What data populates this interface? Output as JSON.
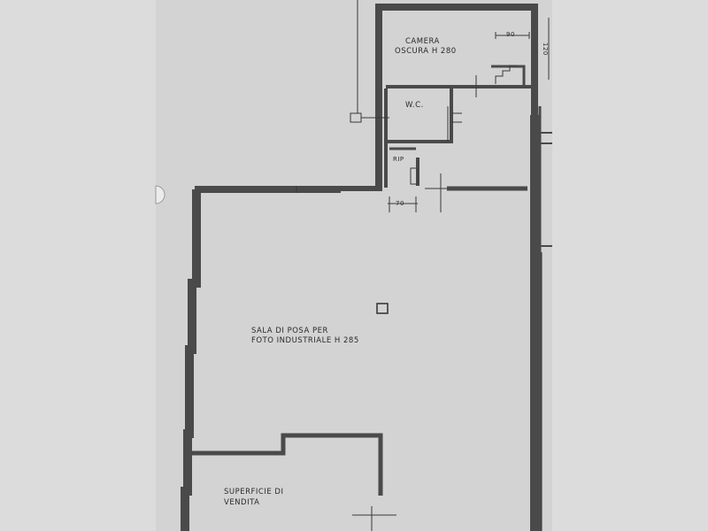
{
  "labels": {
    "camera_line1": "CAMERA",
    "camera_line2": "OSCURA H 280",
    "wc": "W.C.",
    "rip": "RIP",
    "dim_90": "90",
    "dim_70": "70",
    "dim_120": "120",
    "sala_line1": "SALA DI POSA PER",
    "sala_line2": "FOTO INDUSTRIALE   H 285",
    "sup_line1": "SUPERFICIE DI",
    "sup_line2": "VENDITA"
  },
  "colors": {
    "wall": "#4a4a4a",
    "paper": "#d3d3d3",
    "background": "#dcdcdc",
    "ink": "#2a2a2a"
  }
}
